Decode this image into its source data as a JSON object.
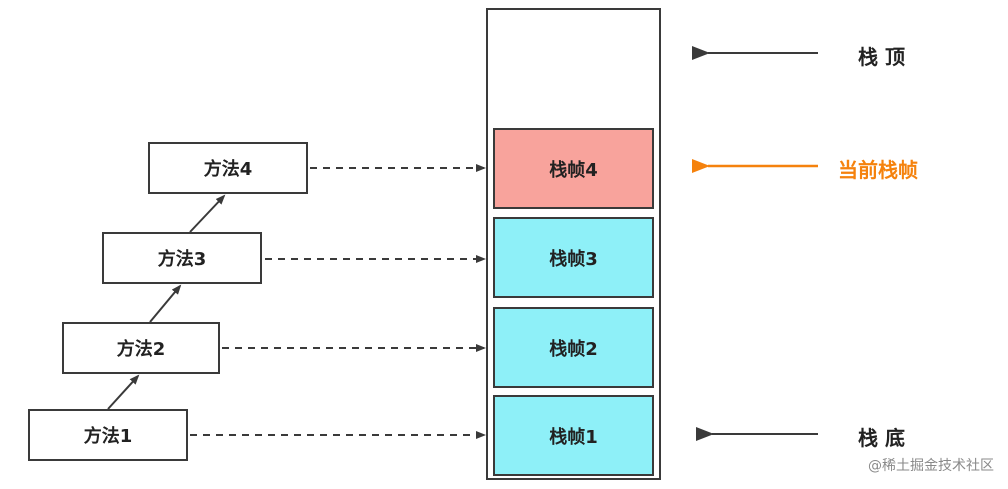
{
  "methods": [
    "方法1",
    "方法2",
    "方法3",
    "方法4"
  ],
  "frames": [
    "栈帧1",
    "栈帧2",
    "栈帧3",
    "栈帧4"
  ],
  "labels": {
    "top": "栈 顶",
    "current": "当前栈帧",
    "bottom": "栈 底"
  },
  "colors": {
    "current_frame": "#f8a39c",
    "frame": "#8ef0f8",
    "current_label": "#f5820d"
  },
  "watermark": "@稀土掘金技术社区"
}
